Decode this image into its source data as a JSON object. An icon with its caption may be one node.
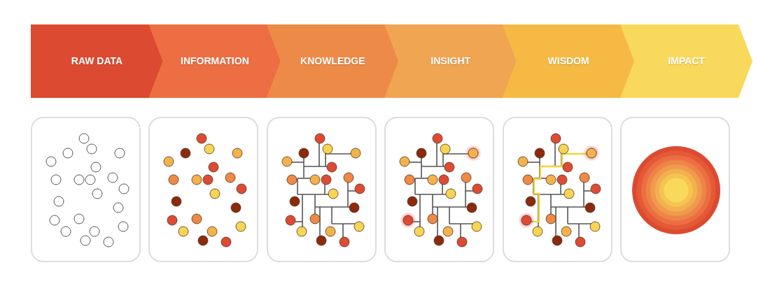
{
  "diagram": {
    "nodes": [
      {
        "text": [
          "RAW DATA"
        ]
      },
      {
        "text": [
          "INFORMATION"
        ]
      },
      {
        "text": [
          "KNOWLEDGE"
        ]
      },
      {
        "text": [
          "INSIGHT"
        ]
      },
      {
        "text": [
          "WISDOM"
        ]
      },
      {
        "text": [
          "IMPACT"
        ]
      }
    ]
  }
}
